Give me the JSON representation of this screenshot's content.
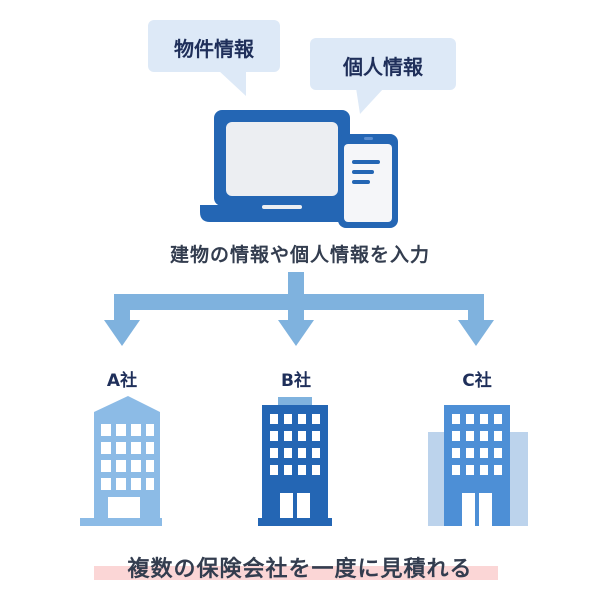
{
  "bubbles": {
    "property_info": "物件情報",
    "personal_info": "個人情報"
  },
  "caption": "建物の情報や個人情報を入力",
  "companies": [
    {
      "label": "A社"
    },
    {
      "label": "B社"
    },
    {
      "label": "C社"
    }
  ],
  "bottom_text": "複数の保険会社を一度に見積れる",
  "colors": {
    "bubble_fill": "#dde9f7",
    "laptop_blue": "#2466b4",
    "screen_gray": "#eceef2",
    "arrow_blue": "#7fb2de",
    "building_light": "#8cbbe6",
    "building_dark": "#2466b4",
    "building_mid": "#4d8fd6",
    "highlight_pink": "#fbd6d6",
    "text_dark": "#333d4f",
    "text_navy": "#1f2f5a"
  }
}
